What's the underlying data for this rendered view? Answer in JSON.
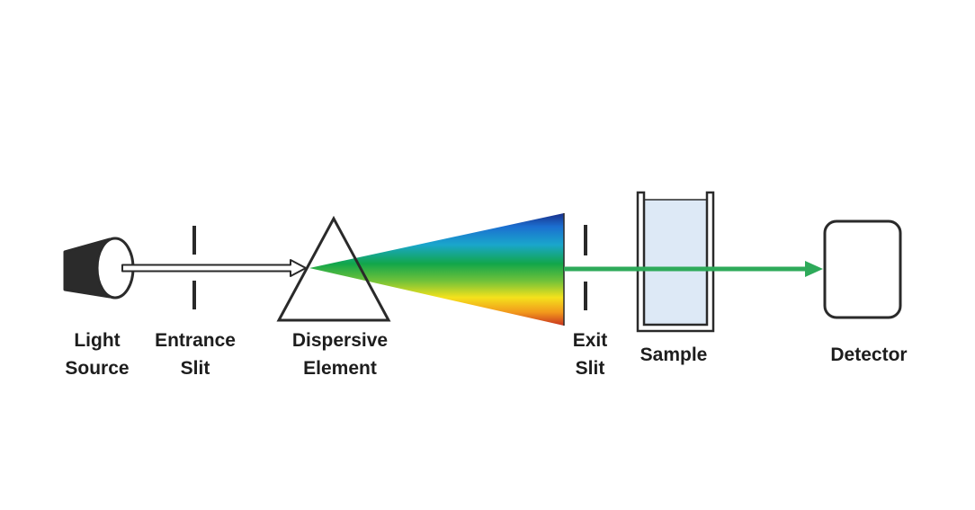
{
  "labels": {
    "light_source": [
      "Light",
      "Source"
    ],
    "entrance_slit": [
      "Entrance",
      "Slit"
    ],
    "dispersive_element": [
      "Dispersive",
      "Element"
    ],
    "exit_slit": [
      "Exit",
      "Slit"
    ],
    "sample": "Sample",
    "detector": "Detector"
  },
  "colors": {
    "outline": "#2a2a2a",
    "beam": "#2eaa5a",
    "cuvette_fill": "#dde9f6",
    "lamp_body": "#2b2b2b",
    "spectrum": [
      "#1a2f8a",
      "#1b6fd0",
      "#1aa6cc",
      "#12a64a",
      "#6ec13a",
      "#f4e21c",
      "#f29a1c",
      "#c8321f"
    ]
  }
}
